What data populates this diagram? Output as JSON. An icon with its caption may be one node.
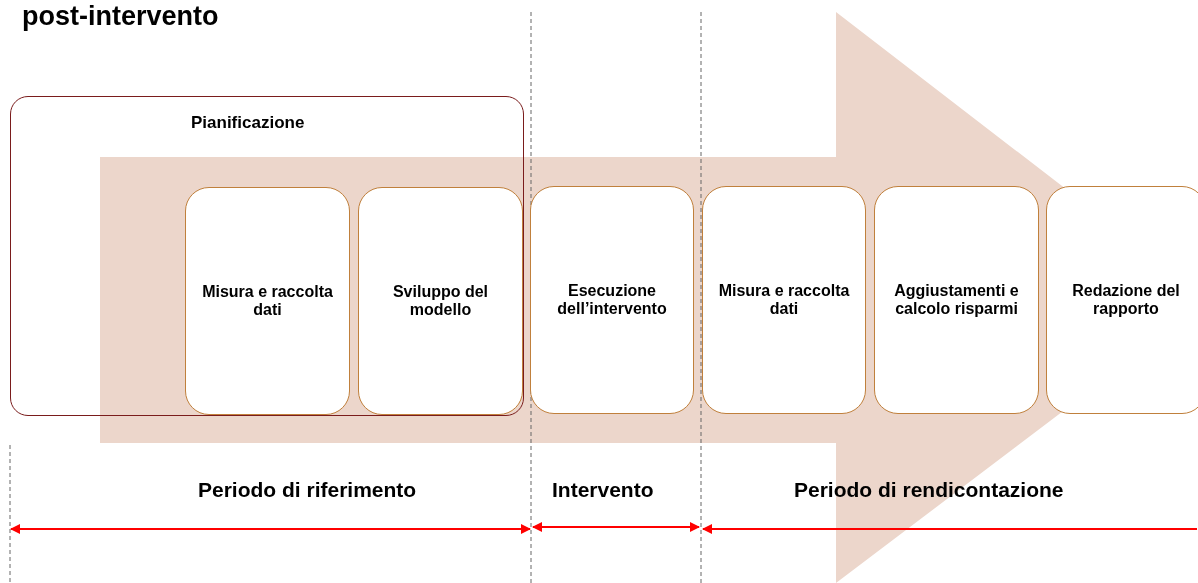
{
  "diagram": {
    "title": "post-intervento",
    "nodes": [
      {
        "text": [
          "Pianificazione"
        ]
      },
      {
        "text": [
          "Misura e raccolta dati"
        ],
        "in": 0
      },
      {
        "text": [
          "Sviluppo del modello"
        ],
        "in": 0
      },
      {
        "text": [
          "Esecuzione dell’intervento"
        ]
      },
      {
        "text": [
          "Misura e raccolta dati"
        ]
      },
      {
        "text": [
          "Aggiustamenti e calcolo risparmi"
        ]
      },
      {
        "text": [
          "Redazione del rapporto"
        ]
      }
    ],
    "edges": [],
    "labels": [
      "Periodo di riferimento",
      "Intervento",
      "Periodo di rendicontazione"
    ]
  }
}
